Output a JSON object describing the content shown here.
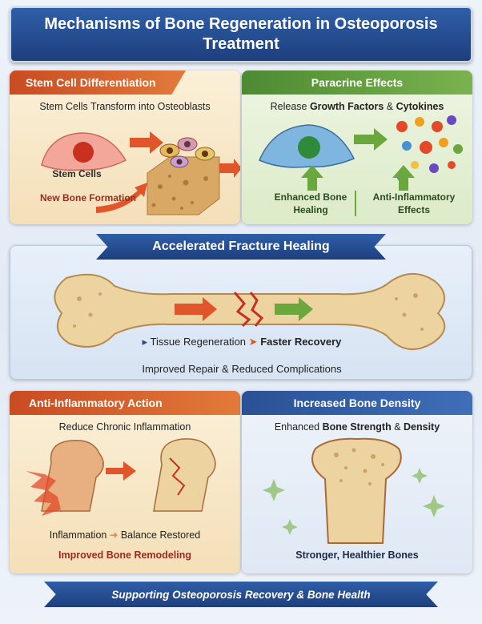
{
  "title": "Mechanisms of Bone Regeneration in Osteoporosis Treatment",
  "panels": {
    "stem": {
      "header": "Stem Cell Differentiation",
      "subtitle": "Stem Cells Transform into Osteoblasts",
      "label_stem": "Stem Cells",
      "label_bone": "New Bone Formation"
    },
    "paracrine": {
      "header": "Paracrine Effects",
      "subtitle_pre": "Release ",
      "subtitle_gf": "Growth Factors",
      "subtitle_mid": " & ",
      "subtitle_cyt": "Cytokines",
      "left_label": "Enhanced Bone Healing",
      "right_label": "Anti-Inflammatory Effects"
    },
    "fracture": {
      "header": "Accelerated Fracture Healing",
      "step1": "Tissue Regeneration",
      "step2": "Faster Recovery",
      "footer": "Improved Repair & Reduced Complications"
    },
    "antiinflam": {
      "header": "Anti-Inflammatory Action",
      "subtitle": "Reduce Chronic Inflammation",
      "label_left": "Inflammation",
      "label_right": "Balance Restored",
      "footer": "Improved Bone Remodeling"
    },
    "density": {
      "header": "Increased Bone Density",
      "subtitle_pre": "Enhanced ",
      "subtitle_bold": "Bone Strength",
      "subtitle_mid": " & ",
      "subtitle_end": "Density",
      "footer": "Stronger, Healthier Bones"
    }
  },
  "bottom_banner": "Supporting Osteoporosis Recovery & Bone Health",
  "colors": {
    "navy": "#1d3f7d",
    "orange_header": "#d9612a",
    "green_header": "#5a9a3c",
    "blue_header": "#2f5fa8",
    "red_text": "#9a2b1e",
    "green_text": "#2b4a1e"
  }
}
